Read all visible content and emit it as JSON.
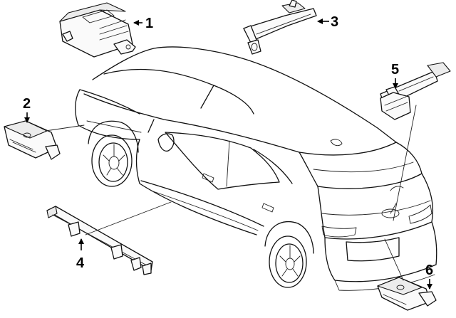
{
  "callouts": {
    "c1": "1",
    "c2": "2",
    "c3": "3",
    "c4": "4",
    "c5": "5",
    "c6": "6"
  },
  "colors": {
    "line": "#111111",
    "background": "#ffffff"
  }
}
